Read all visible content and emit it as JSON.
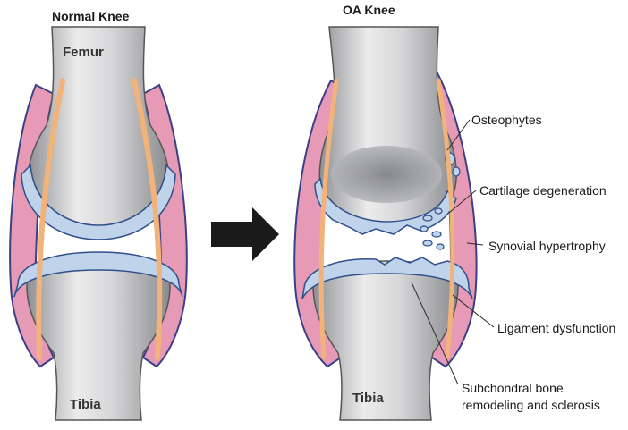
{
  "titles": {
    "normal": "Normal Knee",
    "oa": "OA Knee"
  },
  "bones": {
    "femur": "Femur",
    "tibia_left": "Tibia",
    "tibia_right": "Tibia"
  },
  "annotations": {
    "osteophytes": "Osteophytes",
    "cartilage": "Cartilage degeneration",
    "synovial": "Synovial hypertrophy",
    "ligament": "Ligament dysfunction",
    "subchondral_1": "Subchondral bone",
    "subchondral_2": "remodeling and sclerosis"
  },
  "colors": {
    "bone": "#c9c9cb",
    "cartilage": "#bfd3ea",
    "synovium": "#e79ab6",
    "ligament": "#f1b37a",
    "arrow": "#1a1a1a"
  }
}
